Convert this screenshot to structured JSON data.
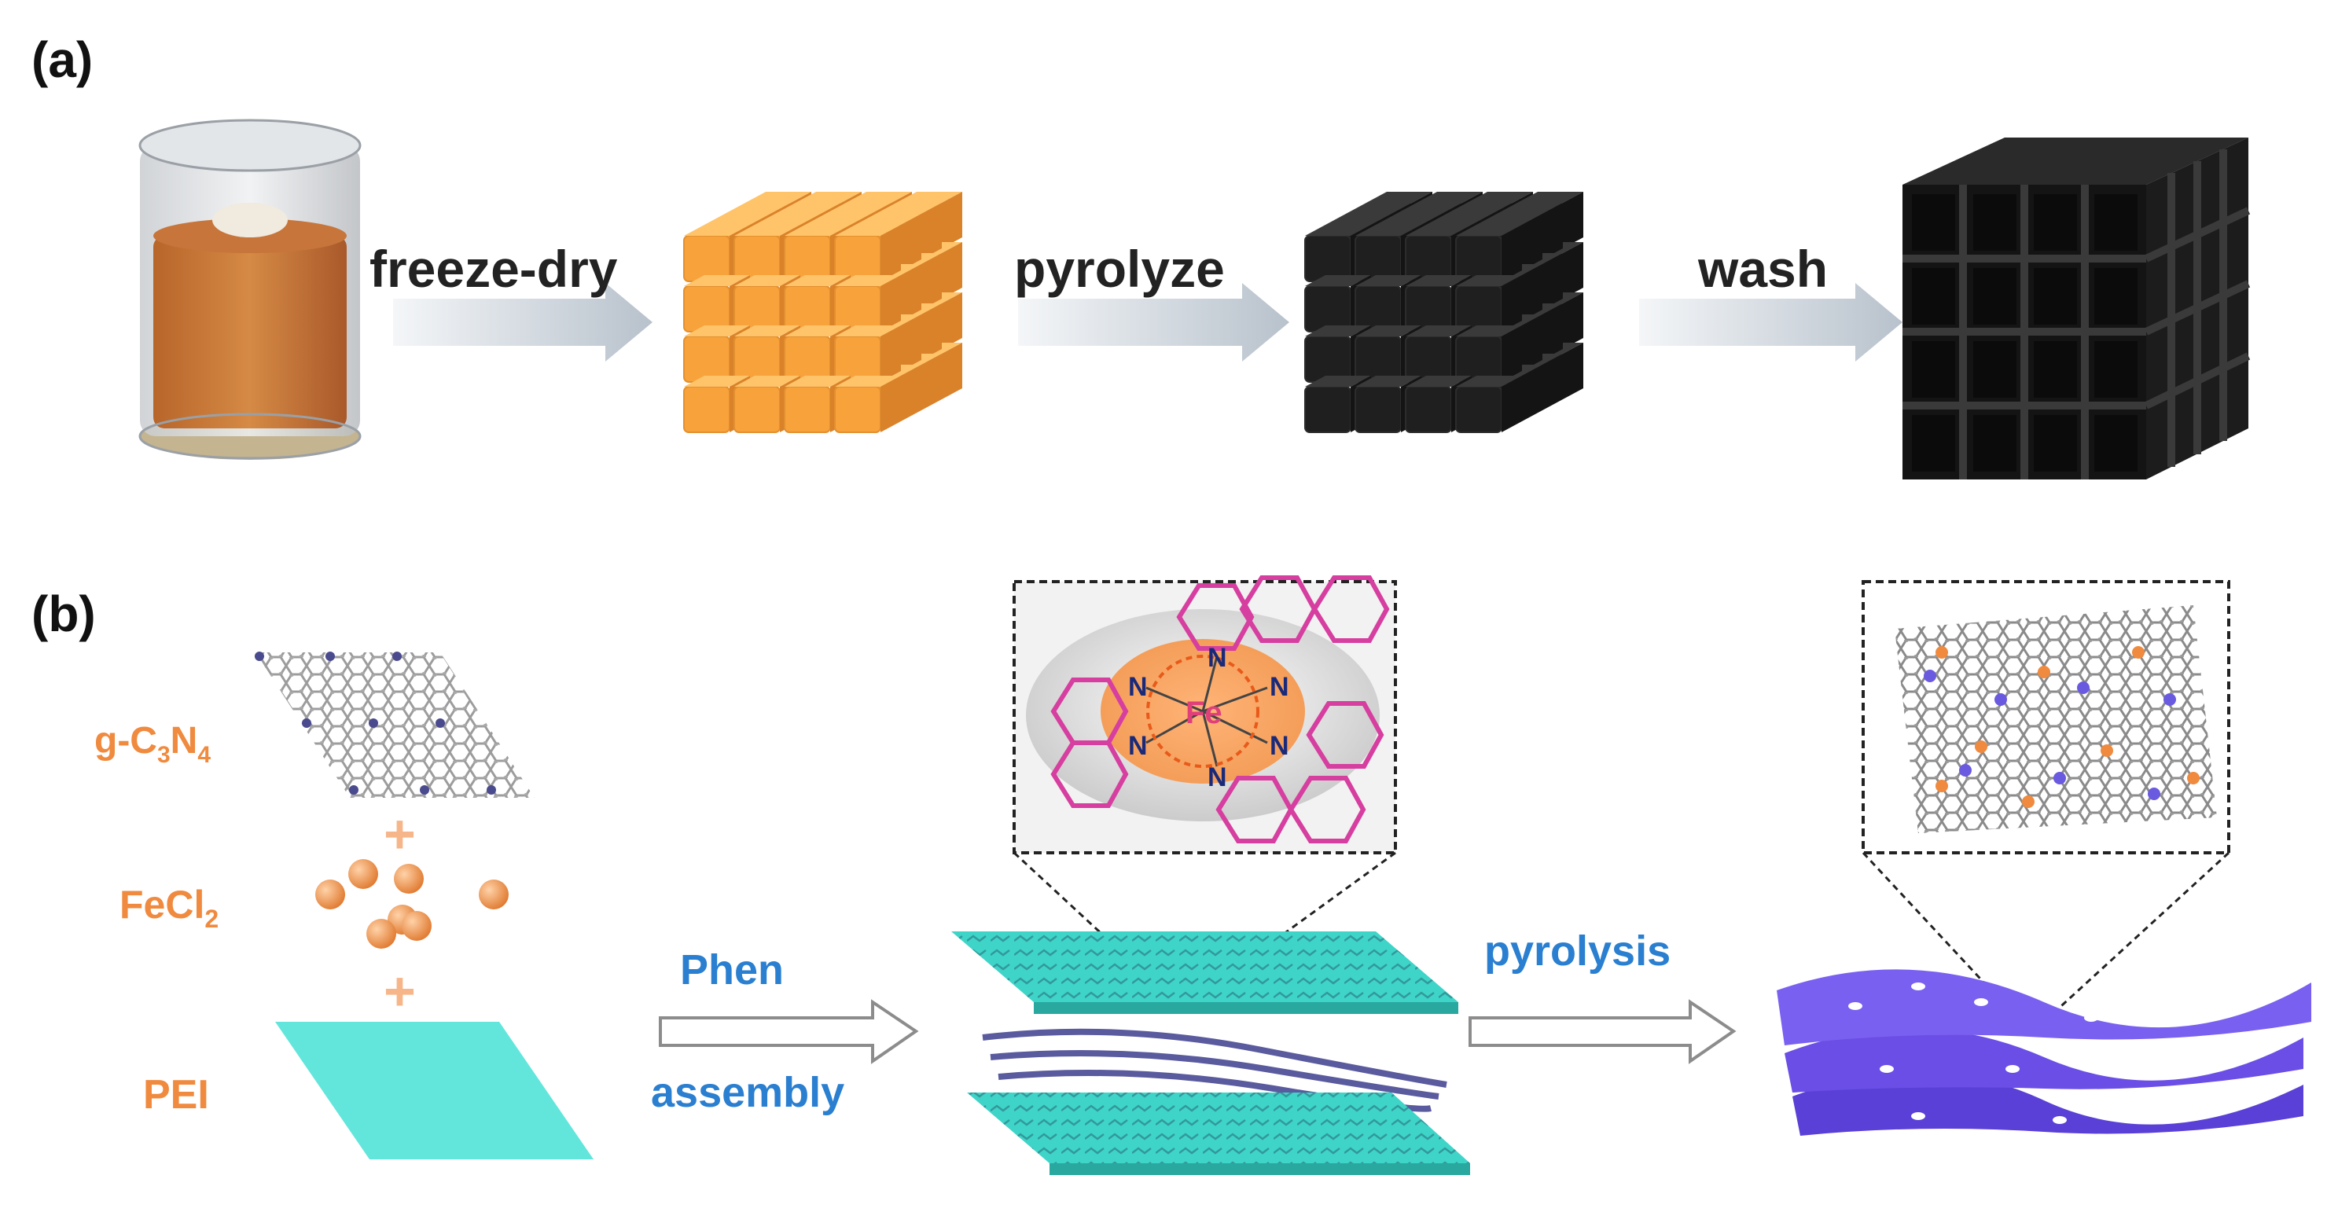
{
  "panels": {
    "a": "(a)",
    "b": "(b)"
  },
  "row_a": {
    "steps": [
      "freeze-dry",
      "pyrolyze",
      "wash"
    ]
  },
  "row_b": {
    "components": {
      "gcn": {
        "main": "g-C",
        "sub1": "3",
        "mid": "N",
        "sub2": "4"
      },
      "fecl": {
        "main": "FeCl",
        "sub": "2"
      },
      "pei": "PEI",
      "plus": "+"
    },
    "step1": {
      "line1": "Phen",
      "line2": "assembly"
    },
    "step2": "pyrolysis",
    "complex": {
      "center": "Fe",
      "ligand_atoms": [
        "N",
        "N",
        "N",
        "N",
        "N",
        "N"
      ]
    }
  },
  "colors": {
    "orange_label": "#f08a3e",
    "blue_label": "#2a7fd0",
    "orange_cube": "#f7a23b",
    "black_cube": "#1f1f1f",
    "cyan_sheet": "#3fd4c8",
    "purple_sheet": "#6b4ee6",
    "phen_ring": "#d63ea0",
    "nitrogen": "#1a2a7a"
  }
}
